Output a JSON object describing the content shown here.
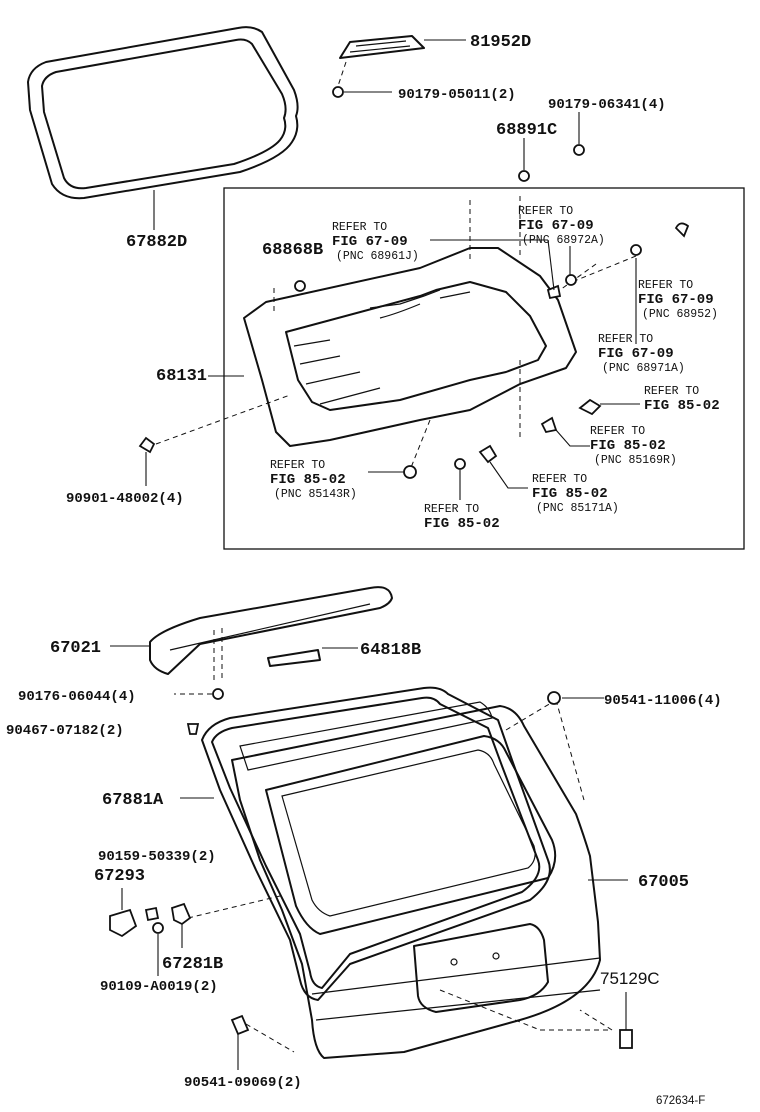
{
  "labels": {
    "p81952D": "81952D",
    "p90179_05011": "90179-05011(2)",
    "p90179_06341": "90179-06341(4)",
    "p68891C": "68891C",
    "p67882D": "67882D",
    "p68868B": "68868B",
    "p68131": "68131",
    "p90901_48002": "90901-48002(4)",
    "p67021": "67021",
    "p64818B": "64818B",
    "p90176_06044": "90176-06044(4)",
    "p90467_07182": "90467-07182(2)",
    "p90541_11006": "90541-11006(4)",
    "p67881A": "67881A",
    "p90159_50339": "90159-50339(2)",
    "p67293": "67293",
    "p67005": "67005",
    "p67281B": "67281B",
    "p90109_A0019": "90109-A0019(2)",
    "p75129C": "75129C",
    "p90541_09069": "90541-09069(2)",
    "diagram_code": "672634-F"
  },
  "refs": {
    "r1": {
      "line1": "REFER TO",
      "line2": "FIG 67-09",
      "line3": "(PNC 68961J)"
    },
    "r2": {
      "line1": "REFER TO",
      "line2": "FIG 67-09",
      "line3": "(PNC 68972A)"
    },
    "r3": {
      "line1": "REFER TO",
      "line2": "FIG 67-09",
      "line3": "(PNC 68952)"
    },
    "r4": {
      "line1": "REFER TO",
      "line2": "FIG 67-09",
      "line3": "(PNC 68971A)"
    },
    "r5": {
      "line1": "REFER TO",
      "line2": "FIG 85-02"
    },
    "r6": {
      "line1": "REFER TO",
      "line2": "FIG 85-02",
      "line3": "(PNC 85169R)"
    },
    "r7": {
      "line1": "REFER TO",
      "line2": "FIG 85-02",
      "line3": "(PNC 85143R)"
    },
    "r8": {
      "line1": "REFER TO",
      "line2": "FIG 85-02",
      "line3": "(PNC 85171A)"
    },
    "r9": {
      "line1": "REFER TO",
      "line2": "FIG 85-02"
    }
  }
}
